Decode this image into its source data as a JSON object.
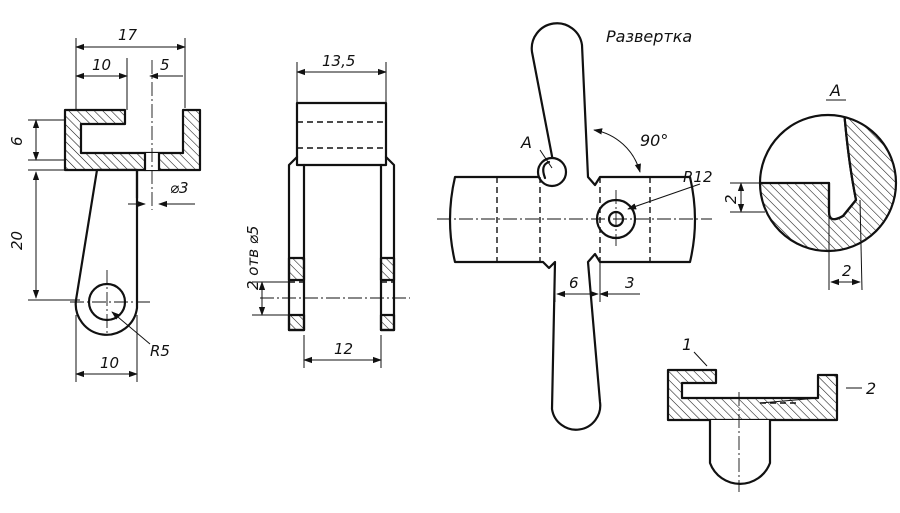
{
  "view_left": {
    "dim_overall": "17",
    "dim_inner": "10",
    "dim_gap": "5",
    "dim_height": "6",
    "dim_hole": "⌀3",
    "dim_arm": "20",
    "dim_base": "10",
    "dim_radius": "R5"
  },
  "view_middle": {
    "dim_top": "13,5",
    "dim_holes": "2 отв ⌀5",
    "dim_bottom": "12"
  },
  "view_development": {
    "title": "Развертка",
    "section_mark": "A",
    "angle": "90°",
    "radius": "R12",
    "dim_slot_a": "6",
    "dim_slot_b": "3"
  },
  "view_detail": {
    "title": "A",
    "dim_vertical": "2",
    "dim_horizontal": "2"
  },
  "view_assembly": {
    "part_1": "1",
    "part_2": "2"
  }
}
